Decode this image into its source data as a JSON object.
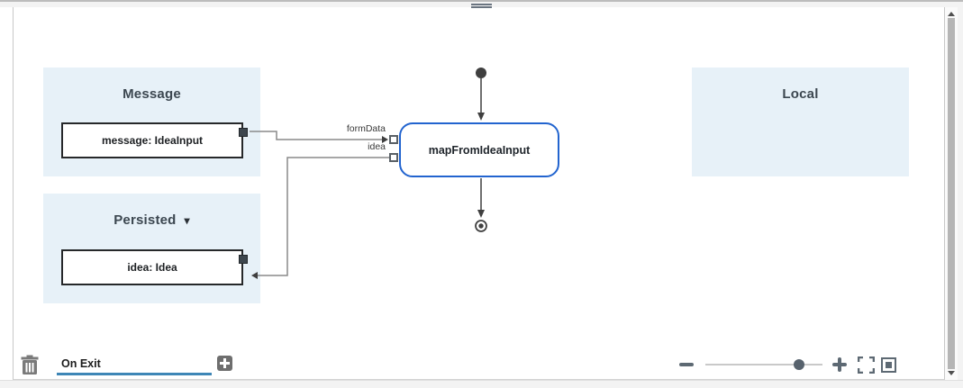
{
  "panels": {
    "message": {
      "title": "Message",
      "field": "message: IdeaInput"
    },
    "persisted": {
      "title": "Persisted",
      "field": "idea: Idea"
    },
    "local": {
      "title": "Local"
    }
  },
  "node": {
    "label": "mapFromIdeaInput",
    "ports": [
      {
        "label": "formData"
      },
      {
        "label": "idea"
      }
    ]
  },
  "footer": {
    "tab_label": "On Exit"
  },
  "icons": {
    "chevron-down": "▾",
    "trash": "svg-shape",
    "plus": "+",
    "minus": "−",
    "fullscreen": "corner-brackets",
    "fit-view": "square-in-square",
    "drag-handle": "double-bar"
  },
  "colors": {
    "node_border": "#2264cf",
    "panel_background": "#e7f1f8",
    "active_tab_underline": "#3e86b6",
    "wire": "#8a8a8a",
    "flow_dark": "#3f3f3f",
    "control_gray": "#5d6973"
  }
}
